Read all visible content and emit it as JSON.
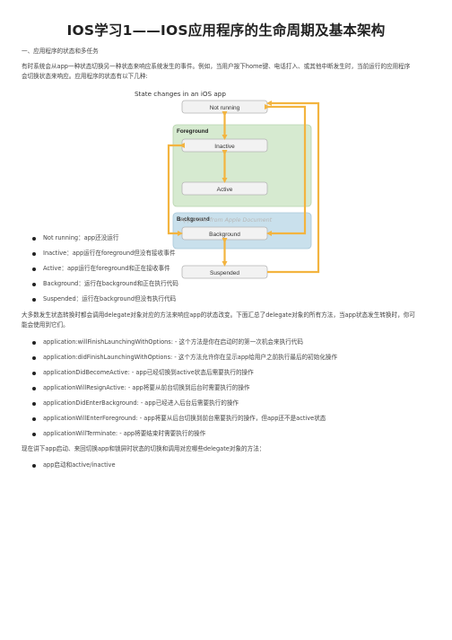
{
  "title": "IOS学习1——IOS应用程序的生命周期及基本架构",
  "section1": "一、应用程序的状态和多任务",
  "intro": [
    "有时系统会从app一种状态切换另一种状态来响应系统发生的事件。例如，当用户按下home键、电话打入、或其他中断发生时，当前运行的应用程序",
    "会切换状态来响应。应用程序的状态有以下几种:"
  ],
  "figure": {
    "caption": "State changes in an iOS app",
    "not_running": "Not running",
    "foreground": "Foreground",
    "inactive": "Inactive",
    "active": "Active",
    "background_group": "Background",
    "background": "Background",
    "suspended": "Suspended",
    "attribution": "App State from Apple Document",
    "colors": {
      "foreground_bg": "#d6ead0",
      "background_bg": "#c9e0ec",
      "box_bg": "#f2f2f2",
      "arrow": "#f3b43f"
    }
  },
  "states": [
    "Not running：app还没运行",
    "Inactive：app运行在foreground但没有接收事件",
    "Active：app运行在foreground和正在接收事件",
    "Background：运行在background和正在执行代码",
    "Suspended：运行在background但没有执行代码"
  ],
  "delegate_intro": [
    "大多数发生状态转换时都会调用delegate对象对应的方法来响应app的状态改变。下面汇总了delegate对象的所有方法，当app状态发生转换时，你可",
    "能会使用到它们。"
  ],
  "methods": [
    "application:willFinishLaunchingWithOptions: - 这个方法是你在启动时的第一次机会来执行代码",
    "application:didFinishLaunchingWithOptions: - 这个方法允许你在显示app给用户之前执行最后的初始化操作",
    "applicationDidBecomeActive: - app已经切换到active状态后需要执行的操作",
    "applicationWillResignActive: - app将要从前台切换到后台时需要执行的操作",
    "applicationDidEnterBackground: - app已经进入后台后需要执行的操作",
    "applicationWillEnterForeground: - app将要从后台切换到前台需要执行的操作，但app还不是active状态",
    "applicationWillTerminate: - app将要结束时需要执行的操作"
  ],
  "launch_intro": "现在讲下app启动、来回切换app和锁屏时状态的切换和调用对应哪些delegate对象的方法：",
  "launch_items": [
    "app启动和active/inactive"
  ]
}
